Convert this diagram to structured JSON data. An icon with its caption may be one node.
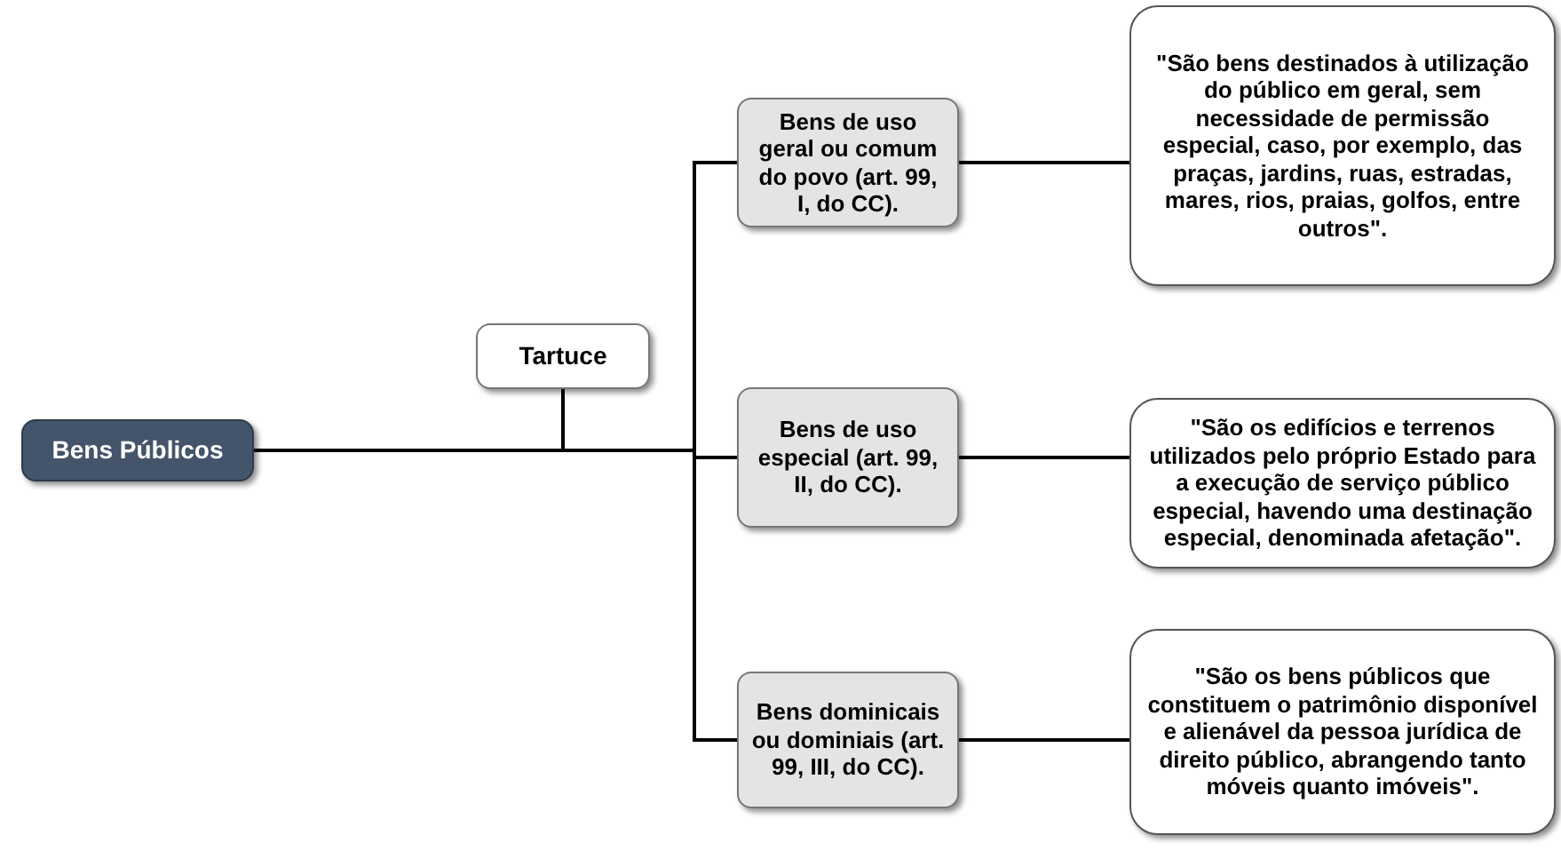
{
  "diagram": {
    "nodes": [
      {
        "text": [
          "Bens Públicos"
        ]
      },
      {
        "text": [
          "Tartuce"
        ]
      },
      {
        "text": [
          "Bens de uso geral ou comum do povo (art. 99, I, do CC)."
        ]
      },
      {
        "text": [
          "\"São bens destinados à utilização do público em geral, sem necessidade de permissão especial, caso, por exemplo, das praças, jardins, ruas, estradas, mares, rios, praias, golfos, entre outros\"."
        ]
      },
      {
        "text": [
          "Bens de uso especial (art. 99, II, do CC)."
        ]
      },
      {
        "text": [
          "\"São os edifícios e terrenos utilizados pelo próprio Estado para a execução de serviço público especial, havendo uma destinação especial, denominada afetação\"."
        ]
      },
      {
        "text": [
          "Bens dominicais ou dominiais (art. 99, III, do CC)."
        ]
      },
      {
        "text": [
          "\"São os bens públicos que constituem o patrimônio disponível e alienável da pessoa jurídica de direito público, abrangendo tanto móveis quanto imóveis\"."
        ]
      }
    ],
    "edges": [
      {
        "from": 0,
        "to": 2,
        "arrow": "none"
      },
      {
        "from": 0,
        "to": 4,
        "arrow": "none"
      },
      {
        "from": 0,
        "to": 6,
        "arrow": "none"
      },
      {
        "from": 1,
        "to": 2,
        "arrow": "none"
      },
      {
        "from": 1,
        "to": 4,
        "arrow": "none"
      },
      {
        "from": 1,
        "to": 6,
        "arrow": "none"
      },
      {
        "from": 2,
        "to": 3,
        "arrow": "none"
      },
      {
        "from": 4,
        "to": 5,
        "arrow": "none"
      },
      {
        "from": 6,
        "to": 7,
        "arrow": "none"
      }
    ]
  }
}
